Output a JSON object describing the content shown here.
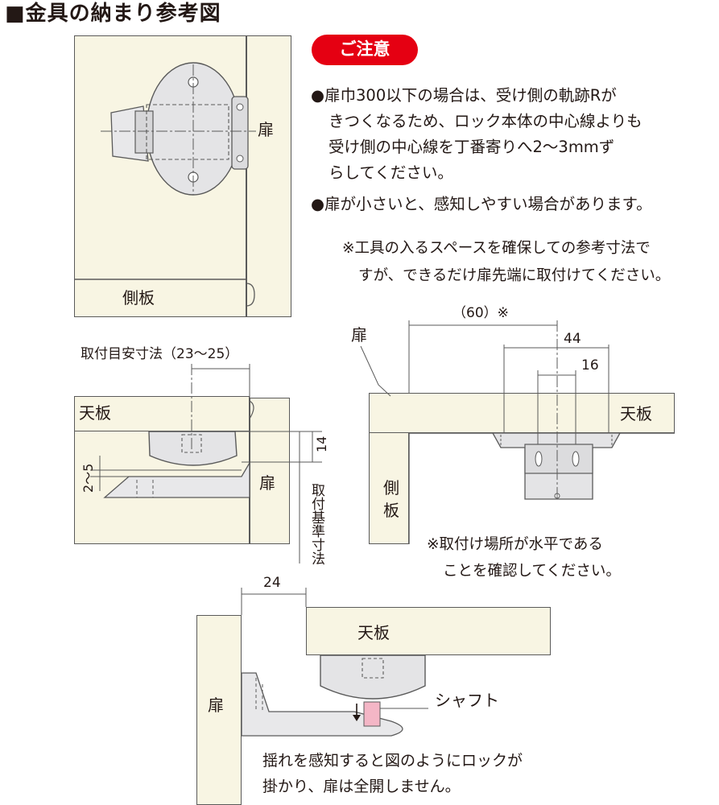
{
  "title": "■金具の納まり参考図",
  "caution_badge": "ご注意",
  "notes": [
    "●扉巾300以下の場合は、受け側の軌跡Rが",
    "きつくなるため、ロック本体の中心線よりも",
    "受け側の中心線を丁番寄りへ2〜3mmず",
    "らしてください。",
    "●扉が小さいと、感知しやすい場合があります。"
  ],
  "tool_note": [
    "※工具の入るスペースを確保しての参考寸法で",
    "すが、できるだけ扉先端に取付けてください。"
  ],
  "fig1": {
    "door": "扉",
    "side_panel": "側板"
  },
  "fig2": {
    "guide_dim": "取付目安寸法（23〜25）",
    "top_panel": "天板",
    "door": "扉",
    "dim_14": "14",
    "dim_2_5": "2〜5",
    "ref_dim": "取付基準寸法"
  },
  "fig3": {
    "door": "扉",
    "top_panel": "天板",
    "side_panel_1": "側",
    "side_panel_2": "板",
    "dim_60": "（60）※",
    "dim_44": "44",
    "dim_16": "16",
    "level_note": [
      "※取付け場所が水平である",
      "ことを確認してください。"
    ]
  },
  "fig4": {
    "dim_24": "24",
    "top_panel": "天板",
    "door": "扉",
    "shaft": "シャフト",
    "caption": [
      "揺れを感知すると図のようにロックが",
      "掛かり、扉は全開しません。"
    ]
  },
  "colors": {
    "panel_fill": "#f8f5e3",
    "badge_red": "#e50012",
    "shaft_pink": "#f4b6c6",
    "line": "#5a5a5a"
  }
}
